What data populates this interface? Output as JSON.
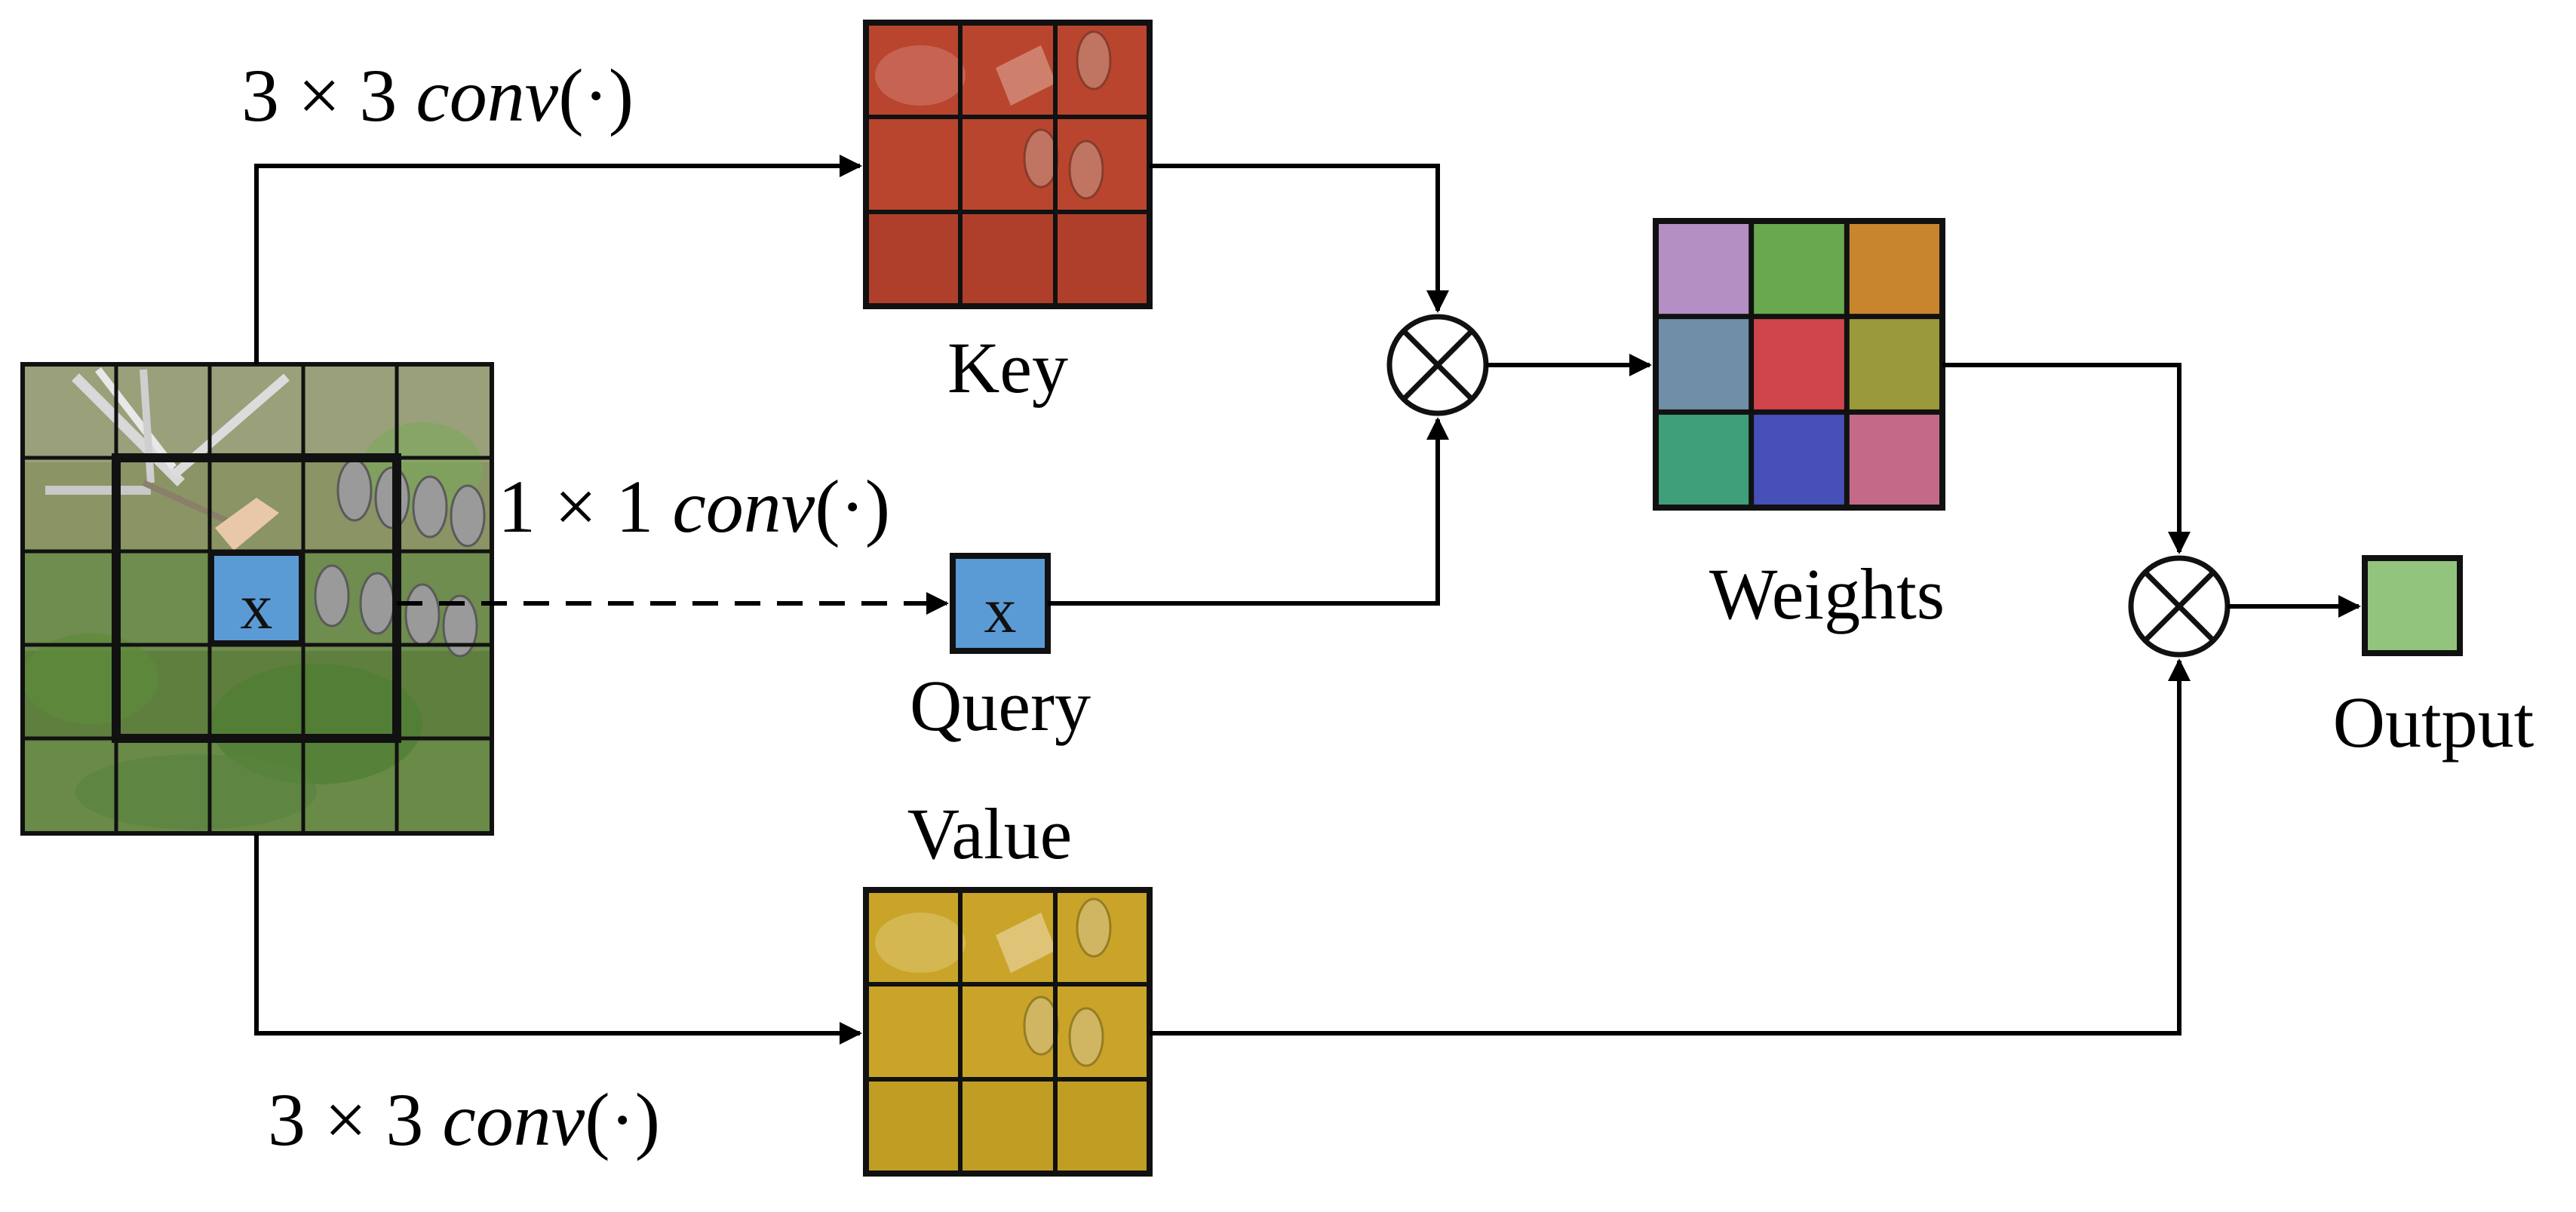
{
  "labels": {
    "key": "Key",
    "query": "Query",
    "value": "Value",
    "weights": "Weights",
    "output": "Output"
  },
  "conv_labels": {
    "key_conv": {
      "prefix": "3 × 3 ",
      "op": "conv",
      "suffix": "(·)"
    },
    "query_conv": {
      "prefix": "1 × 1 ",
      "op": "conv",
      "suffix": "(·)"
    },
    "value_conv": {
      "prefix": "3 × 3 ",
      "op": "conv",
      "suffix": "(·)"
    }
  },
  "cell_symbols": {
    "input_center": "x",
    "query": "x"
  },
  "operators": {
    "multiply": "⊗"
  },
  "colors": {
    "key_tint": "#c0392b",
    "value_tint": "#d4b02a",
    "query_fill": "#5b9bd5",
    "output_fill": "#93c47d",
    "weights_cells": [
      "#b38fc4",
      "#6aa84f",
      "#c9852e",
      "#6f8fa8",
      "#d0454c",
      "#9a9a3a",
      "#3e9f7a",
      "#4650b8",
      "#c46a88"
    ]
  }
}
